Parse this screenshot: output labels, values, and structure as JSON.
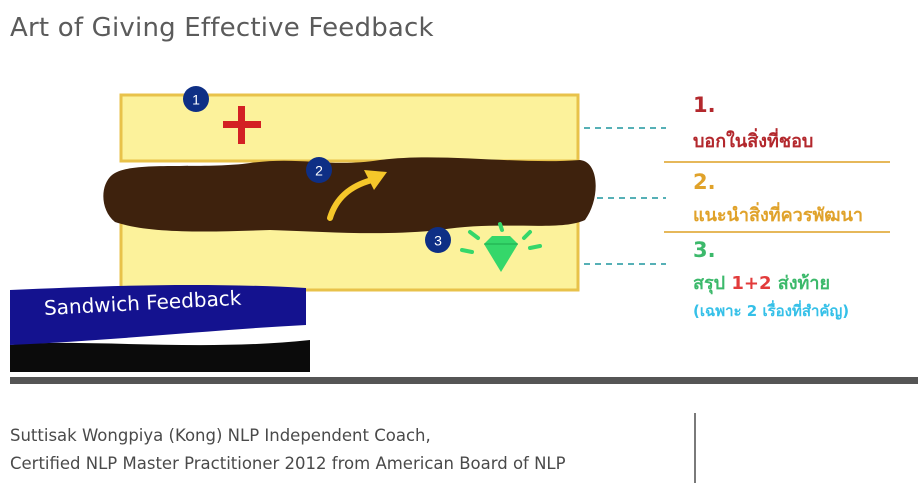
{
  "title": "Art of Giving Effective Feedback",
  "ribbon_label": "Sandwich Feedback",
  "badges": [
    "1",
    "2",
    "3"
  ],
  "steps": [
    {
      "number": "1.",
      "text": "บอกในสิ่งที่ชอบ",
      "color": "#b3282d"
    },
    {
      "number": "2.",
      "text": "แนะนำสิ่งที่ควรพัฒนา",
      "color": "#e0a22a"
    },
    {
      "number": "3.",
      "text_prefix": "สรุป ",
      "text_highlight": "1+2",
      "text_suffix": " ส่งท้าย",
      "subtext": "(เฉพาะ 2 เรื่องที่สำคัญ)",
      "color": "#3cb96b",
      "highlight_color": "#e23b3b",
      "subtext_color": "#35c0e8"
    }
  ],
  "icons": [
    "plus-icon",
    "arrow-icon",
    "diamond-icon"
  ],
  "colors": {
    "bread": "#fcf29b",
    "bread_border": "#e8c24a",
    "filling": "#3e220d",
    "ribbon": "#14128f",
    "plus": "#d32023",
    "arrow": "#f5c72a",
    "diamond": "#35d76a",
    "badge": "#0e2f85",
    "connector": "#56b0b6"
  },
  "footer": {
    "line1": "Suttisak Wongpiya (Kong) NLP Independent Coach,",
    "line2": "Certified NLP Master Practitioner 2012 from American Board of NLP"
  }
}
